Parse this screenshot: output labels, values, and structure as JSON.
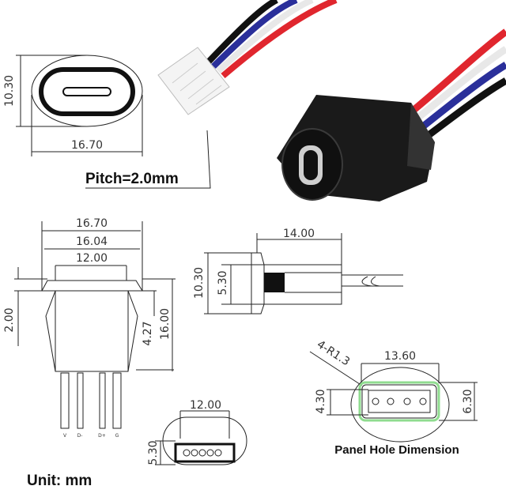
{
  "top_view": {
    "width": "16.70",
    "height": "10.30"
  },
  "pitch_label": "Pitch=2.0mm",
  "side_front": {
    "dims": {
      "flange": "16.70",
      "body": "16.04",
      "inner": "12.00",
      "flange_h": "2.00",
      "clip": "4.27",
      "height": "16.00"
    },
    "pins": [
      "V",
      "D-",
      "D+",
      "G"
    ]
  },
  "side_profile": {
    "length": "14.00",
    "height": "10.30",
    "port": "5.30"
  },
  "bottom_view": {
    "width": "12.00",
    "height": "5.30"
  },
  "panel_hole": {
    "title": "Panel Hole Dimension",
    "radius": "4-R1.3",
    "width": "13.60",
    "inner_h": "4.30",
    "outer_h": "6.30"
  },
  "unit_label": "Unit: mm",
  "colors": {
    "wire_red": "#e0262e",
    "wire_white": "#f2f2f2",
    "wire_blue": "#2a2f9a",
    "wire_black": "#111111",
    "highlight": "#8fdc8f"
  }
}
